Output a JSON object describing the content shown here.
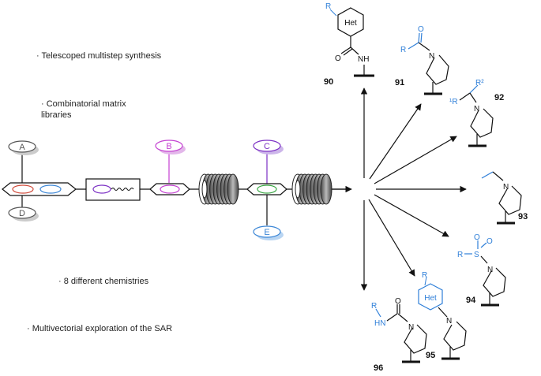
{
  "notes": {
    "telescoped": "· Telescoped multistep synthesis",
    "combinatorial_line1": "· Combinatorial matrix",
    "combinatorial_line2": "libraries",
    "chemistries": "· 8 different chemistries",
    "multivectorial": "· Multivectorial exploration of the SAR"
  },
  "reagent_labels": {
    "A": "A",
    "B": "B",
    "C": "C",
    "D": "D",
    "E": "E"
  },
  "colors": {
    "A": "#555555",
    "B": "#c43fd1",
    "C": "#7b2fc4",
    "D": "#555555",
    "E": "#3b86d6",
    "ring_red": "#d04a3a",
    "ring_blue": "#3b86d6",
    "ring_purple": "#7b2fc4",
    "ring_pink": "#c43fd1",
    "ring_green": "#3aa844",
    "substituent_blue": "#2f7fd8"
  },
  "products": {
    "p90": {
      "number": "90",
      "ring_label": "Het",
      "r_label": "R",
      "amide_o": "O",
      "amide_nh": "NH"
    },
    "p91": {
      "number": "91",
      "r_label": "R",
      "o_label": "O",
      "n_label": "N"
    },
    "p92": {
      "number": "92",
      "r1_label": "¹R",
      "r2_label": "R²",
      "n_label": "N"
    },
    "p93": {
      "number": "93",
      "n_label": "N"
    },
    "p94": {
      "number": "94",
      "r_label": "R",
      "s_label": "S",
      "o1_label": "O",
      "o2_label": "O",
      "n_label": "N"
    },
    "p95": {
      "number": "95",
      "ring_label": "Het",
      "r_label": "R",
      "n_label": "N"
    },
    "p96": {
      "number": "96",
      "r_label": "R",
      "hn_label": "HN",
      "o_label": "O",
      "n_label": "N"
    }
  }
}
